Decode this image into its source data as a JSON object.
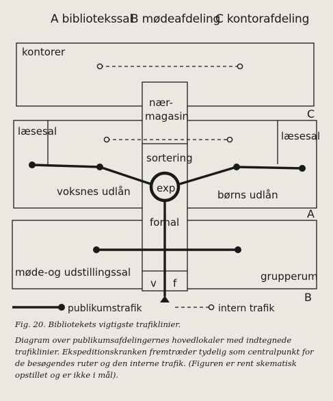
{
  "header": {
    "dept_a": "A bibliotekssal",
    "dept_b": "B mødeafdeling",
    "dept_c": "C kontorafdeling"
  },
  "rooms": {
    "kontorer": "kontorer",
    "naer_line1": "nær-",
    "naer_line2": "magasin",
    "laesesal_left": "læsesal",
    "laesesal_right": "læsesal",
    "sortering": "sortering",
    "exp": "exp",
    "voksnes_udlaan": "voksnes udlån",
    "boerns_udlaan": "børns udlån",
    "forhal": "forhal",
    "moede_udstilling": "møde-og udstillingssal",
    "grupperum": "grupperum",
    "v": "v",
    "f": "f"
  },
  "zone_labels": {
    "c": "C",
    "a": "A",
    "b": "B"
  },
  "legend": {
    "public": "publikumstrafik",
    "internal": "intern trafik"
  },
  "caption": {
    "figure": "Fig. 20. Bibliotekets vigtigste trafiklinier.",
    "text": "Diagram over publikumsafdelingernes hovedlokaler med indtegnede trafiklinier. Ekspeditionskranken fremtræder tydelig som centralpunkt for de besøgendes ruter og den interne trafik. (Figuren er rent skematisk opstillet og er ikke i mål)."
  },
  "colors": {
    "ink": "#1a1a1a",
    "paper": "#ebe7e1"
  }
}
